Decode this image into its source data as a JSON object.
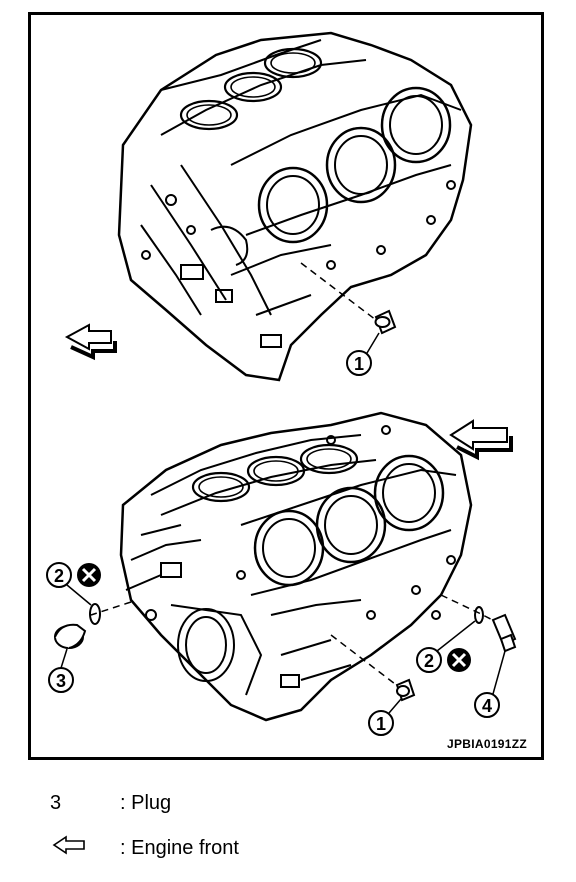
{
  "figure": {
    "id": "JPBIA0191ZZ",
    "callouts": [
      "1",
      "2",
      "3",
      "4"
    ]
  },
  "legend": [
    {
      "key": "3",
      "text": ": Plug"
    },
    {
      "key_icon": "outline-arrow-left-icon",
      "text": ": Engine front"
    }
  ],
  "colors": {
    "line": "#000000",
    "background": "#ffffff"
  }
}
